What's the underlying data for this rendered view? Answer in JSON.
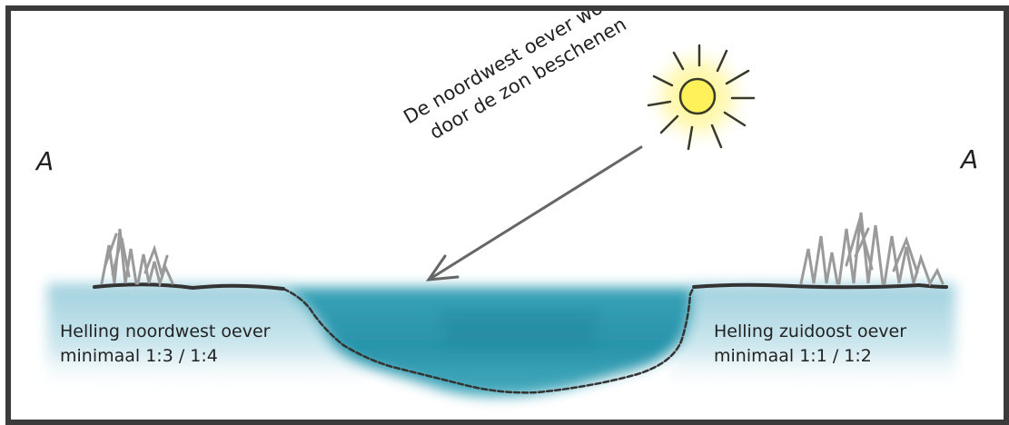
{
  "sun_caption": {
    "line1": "De noordwest oever wordt",
    "line2": "door de zon beschenen"
  },
  "section_marker": {
    "left": "A",
    "right": "A"
  },
  "banks": {
    "northwest": {
      "line1": "Helling noordwest oever",
      "line2": "minimaal 1:3 / 1:4"
    },
    "southeast": {
      "line1": "Helling zuidoost oever",
      "line2": "minimaal 1:1 / 1:2"
    }
  },
  "colors": {
    "frame": "#3b3b3b",
    "water": "#1d8ea6",
    "water_light": "#bfe0ea",
    "shrub": "#9a9a9a",
    "sun": "#ffe600",
    "sun_glow": "#fff7a8",
    "arrow": "#666666",
    "ground_line": "#333333"
  },
  "icons": [
    "sun-icon",
    "arrow-icon",
    "shrub-icon"
  ]
}
